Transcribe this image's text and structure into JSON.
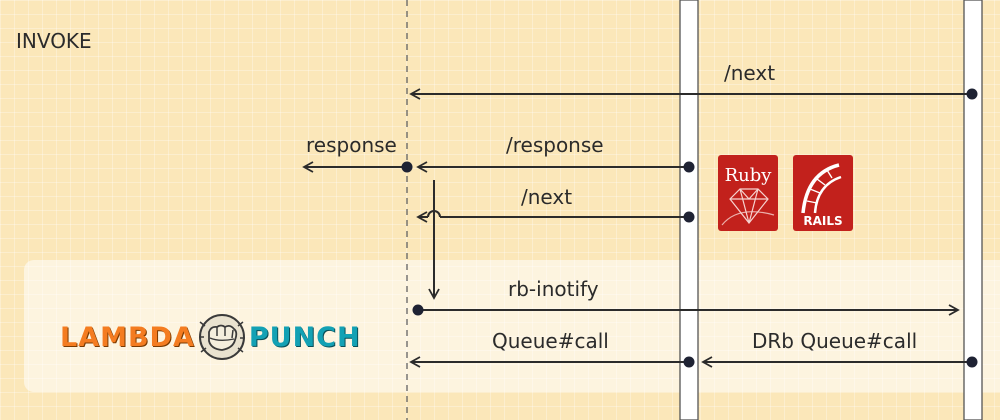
{
  "section_title": "INVOKE",
  "messages": {
    "next_top": "/next",
    "response_out": "response",
    "response_in": "/response",
    "next_mid": "/next",
    "rb_inotify": "rb-inotify",
    "queue_call": "Queue#call",
    "drb_queue_call": "DRb Queue#call"
  },
  "logos": {
    "lambda_punch_left": "LAMBDA",
    "lambda_punch_right": "PUNCH",
    "ruby": "Ruby",
    "rails": "RAILS"
  },
  "colors": {
    "background": "#fbe7b9",
    "line": "#2b2b2b",
    "ruby_red": "#c2211c",
    "lambda_orange": "#f47c20",
    "punch_teal": "#13a1b4"
  }
}
